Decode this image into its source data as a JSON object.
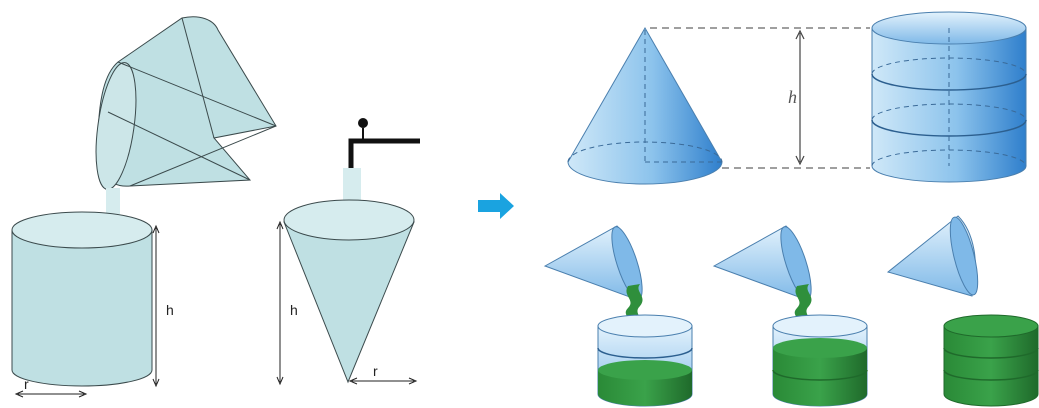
{
  "left": {
    "cylinder_height_label": "h",
    "cylinder_radius_label": "r",
    "cone_height_label": "h",
    "cone_radius_label": "r"
  },
  "right": {
    "height_label": "h"
  },
  "colors": {
    "left_fill": "#bfe0e3",
    "left_stroke": "#3b4a4c",
    "water": "#d6ecee",
    "arrow": "#1aa3e0",
    "blue_light": "#d7ecfa",
    "blue_dark": "#2e82d0",
    "green": "#2f8f3c",
    "green_dark": "#1f6a2b"
  },
  "icons": [
    "right-arrow-icon",
    "faucet-icon"
  ]
}
